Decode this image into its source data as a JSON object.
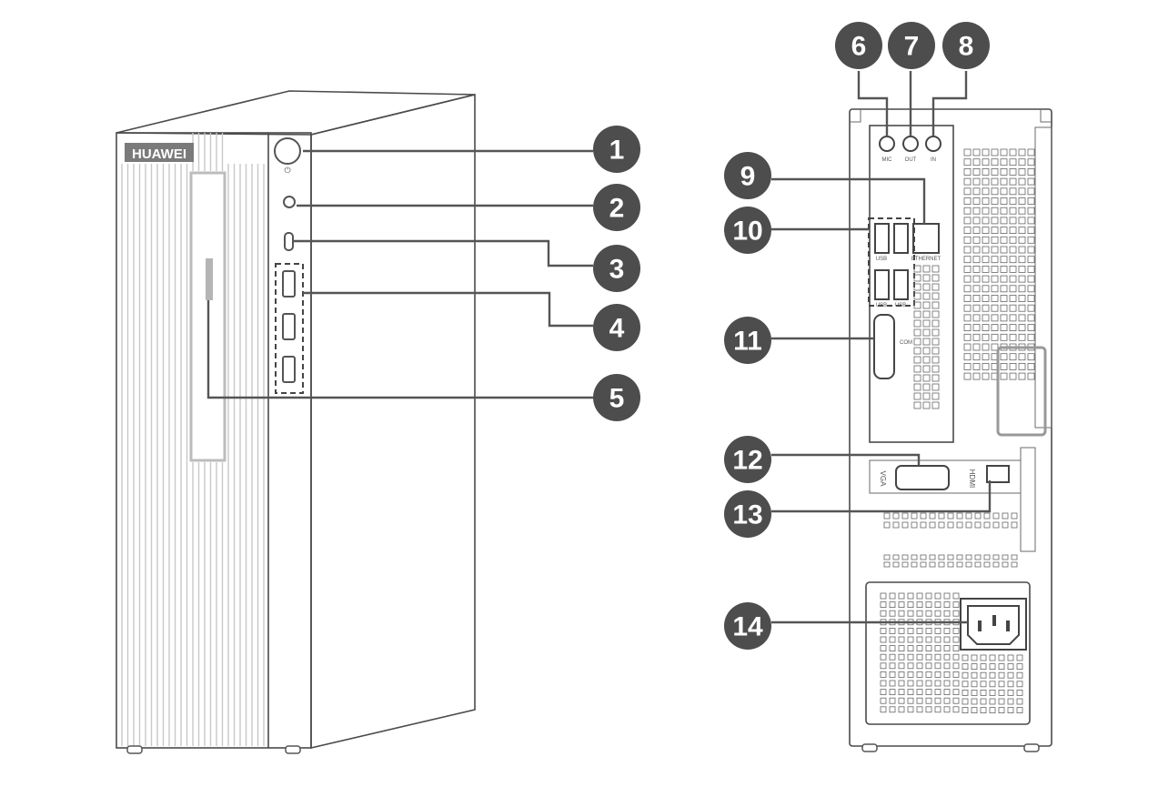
{
  "front": {
    "brand": "HUAWEI",
    "power_symbol": "⏻"
  },
  "rear": {
    "audio_labels": [
      "MIC",
      "OUT",
      "IN"
    ],
    "ethernet_label": "ETHERNET",
    "usb_label": "USB",
    "com_label": "COM",
    "vga_label": "VGA",
    "hdmi_label": "HDMI"
  },
  "callouts": [
    "1",
    "2",
    "3",
    "4",
    "5",
    "6",
    "7",
    "8",
    "9",
    "10",
    "11",
    "12",
    "13",
    "14"
  ],
  "colors": {
    "callout": "#4d4d4d",
    "line": "#4a4a4a"
  }
}
